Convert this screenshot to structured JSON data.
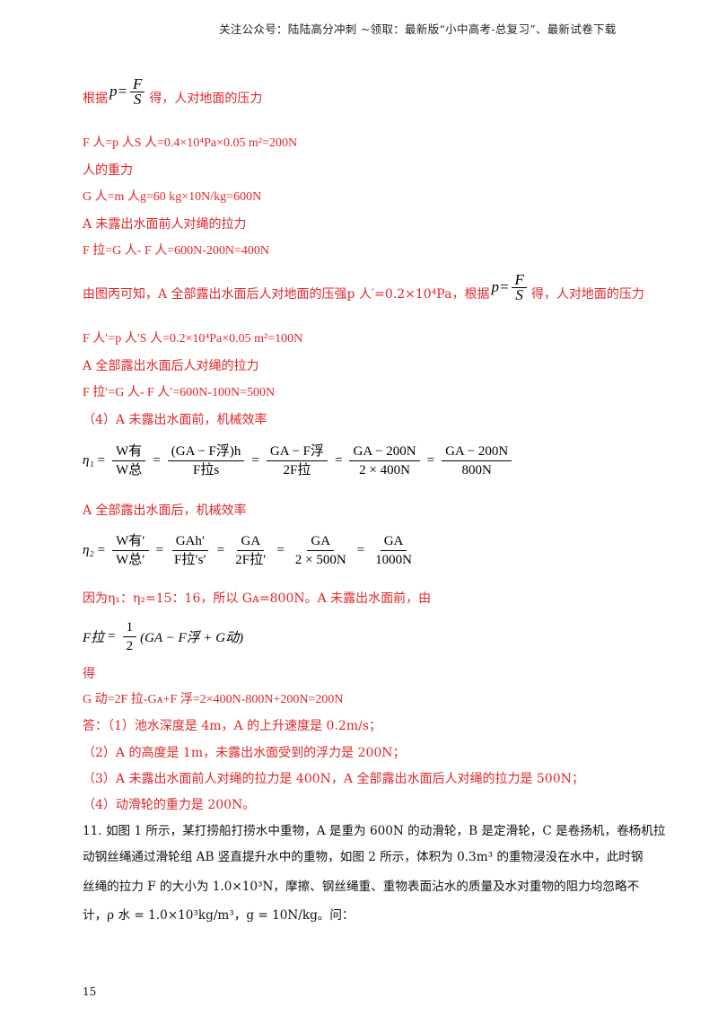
{
  "header": {
    "text": "关注公众号：陆陆高分冲刺 ~领取：最新版“小中高考-总复习”、最新试卷下载"
  },
  "lines": {
    "l1_pre": "根据",
    "l1_post": "得，人对地面的压力",
    "l2": "F 人=p 人S 人=0.4×10⁴Pa×0.05 m²=200N",
    "l3": "人的重力",
    "l4": "G 人=m 人g=60 kg×10N/kg=600N",
    "l5": "A 未露出水面前人对绳的拉力",
    "l6": "F 拉=G 人- F 人=600N-200N=400N",
    "l7_pre": "由图丙可知，A 全部露出水面后人对地面的压强p 人′=0.2×10⁴Pa，根据",
    "l7_post": "得，人对地面的压力",
    "l8": "F 人′=p 人′S 人=0.2×10⁴Pa×0.05 m²=100N",
    "l9": "A 全部露出水面后人对绳的拉力",
    "l10": "F 拉′=G 人- F 人′=600N-100N=500N",
    "l11": "（4）A 未露出水面前，机械效率",
    "l12": "A 全部露出水面后，机械效率",
    "l13": "因为η₁：η₂=15：16，所以 Gᴀ=800N。A 未露出水面前，由",
    "l14": "得",
    "l15": "G 动=2F 拉-Gᴀ+F 浮=2×400N-800N+200N=200N",
    "l16": "答：（1）池水深度是 4m，A 的上升速度是 0.2m/s；",
    "l17": "（2）A 的高度是 1m，未露出水面受到的浮力是 200N；",
    "l18": "（3）A 未露出水面前人对绳的拉力是 400N，A 全部露出水面后人对绳的拉力是 500N；",
    "l19": "（4）动滑轮的重力是 200N。"
  },
  "formula": {
    "p": "p",
    "F": "F",
    "S": "S",
    "eta1": {
      "lhs": "η₁",
      "f1n": "W有",
      "f1d": "W总",
      "f2n": "(GA − F浮)h",
      "f2d": "F拉s",
      "f3n": "GA − F浮",
      "f3d": "2F拉",
      "f4n": "GA − 200N",
      "f4d": "2 × 400N",
      "f5n": "GA − 200N",
      "f5d": "800N"
    },
    "eta2": {
      "lhs": "η₂",
      "f1n": "W有′",
      "f1d": "W总′",
      "f2n": "GAh′",
      "f2d": "F拉′s′",
      "f3n": "GA",
      "f3d": "2F拉′",
      "f4n": "GA",
      "f4d": "2 × 500N",
      "f5n": "GA",
      "f5d": "1000N"
    },
    "fla": {
      "lhs": "F拉",
      "half_n": "1",
      "half_d": "2",
      "rhs": "(GA − F浮 + G动)"
    }
  },
  "problem11": {
    "p1": "11. 如图 1 所示，某打捞船打捞水中重物，A 是重为 600N 的动滑轮，B 是定滑轮，C 是卷扬机，卷杨机拉",
    "p2": "动钢丝绳通过滑轮组 AB 竖直提升水中的重物，如图 2 所示，体积为 0.3m³ 的重物浸没在水中，此时钢",
    "p3": "丝绳的拉力 F 的大小为 1.0×10³N，摩擦、钢丝绳重、重物表面沾水的质量及水对重物的阻力均忽略不",
    "p4": "计，ρ 水 = 1.0×10³kg/m³，g = 10N/kg。问："
  },
  "page_number": "15",
  "colors": {
    "answer": "#e0262a",
    "text": "#111111"
  }
}
